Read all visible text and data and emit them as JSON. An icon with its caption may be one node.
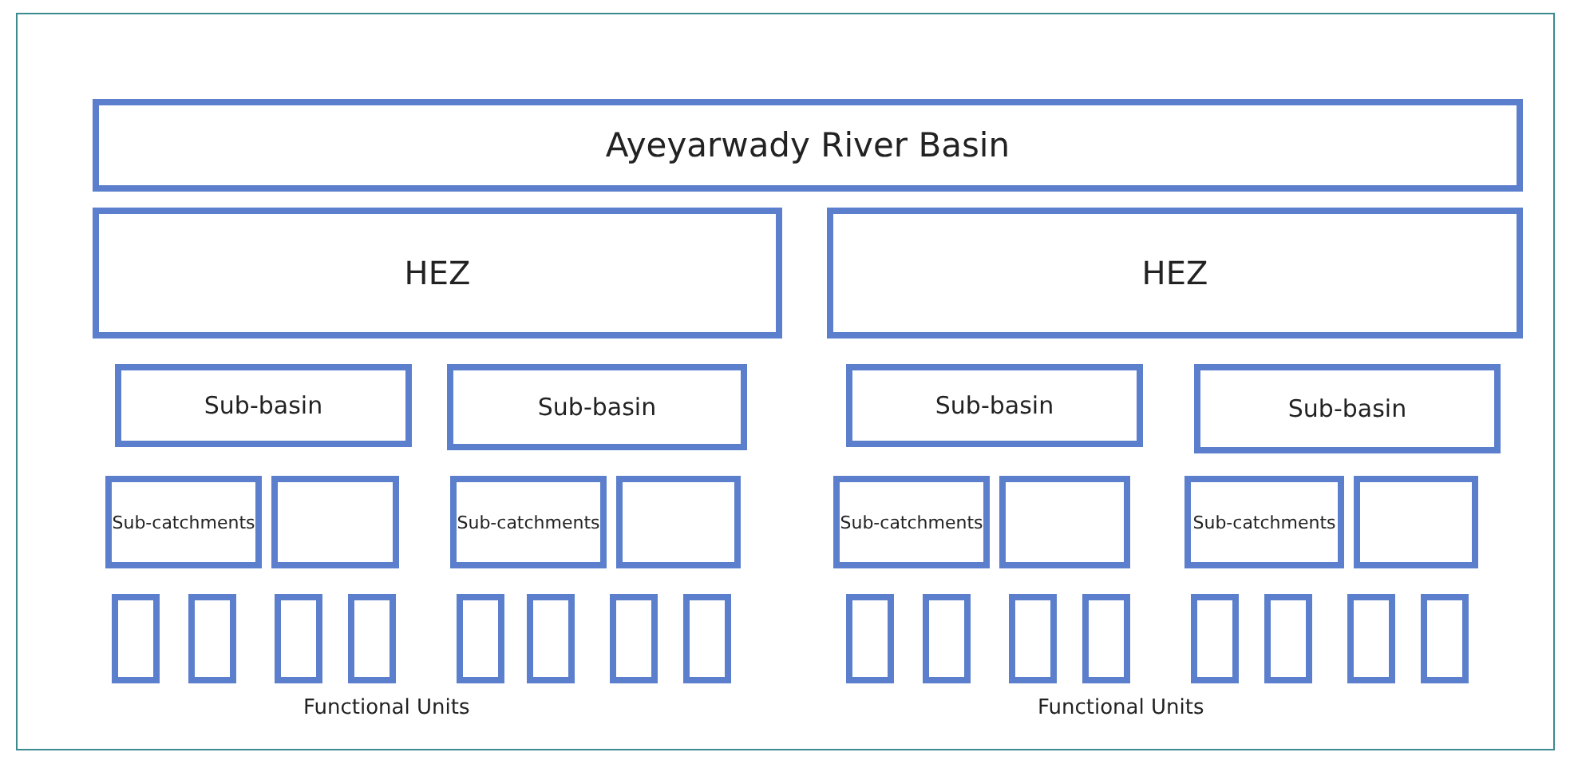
{
  "diagram": {
    "nodes": [
      {
        "text": [
          "Ayeyarwady River Basin"
        ]
      },
      {
        "text": [
          "HEZ"
        ]
      },
      {
        "text": [
          "HEZ"
        ]
      },
      {
        "text": [
          "Sub-basin"
        ]
      },
      {
        "text": [
          "Sub-basin"
        ]
      },
      {
        "text": [
          "Sub-basin"
        ]
      },
      {
        "text": [
          "Sub-basin"
        ]
      },
      {
        "text": [
          "Sub-catchments"
        ]
      },
      {
        "text": [],
        "shape": "box"
      },
      {
        "text": [
          "Sub-catchments"
        ]
      },
      {
        "text": [],
        "shape": "box"
      },
      {
        "text": [
          "Sub-catchments"
        ]
      },
      {
        "text": [],
        "shape": "box"
      },
      {
        "text": [
          "Sub-catchments"
        ]
      },
      {
        "text": [],
        "shape": "box"
      },
      {
        "text": [],
        "shape": "box"
      },
      {
        "text": [],
        "shape": "box"
      },
      {
        "text": [],
        "shape": "box"
      },
      {
        "text": [],
        "shape": "box"
      },
      {
        "text": [],
        "shape": "box"
      },
      {
        "text": [],
        "shape": "box"
      },
      {
        "text": [],
        "shape": "box"
      },
      {
        "text": [],
        "shape": "box"
      },
      {
        "text": [],
        "shape": "box"
      },
      {
        "text": [],
        "shape": "box"
      },
      {
        "text": [],
        "shape": "box"
      },
      {
        "text": [],
        "shape": "box"
      },
      {
        "text": [],
        "shape": "box"
      },
      {
        "text": [],
        "shape": "box"
      },
      {
        "text": [],
        "shape": "box"
      },
      {
        "text": [],
        "shape": "box"
      }
    ],
    "labels": [
      "Functional Units",
      "Functional Units"
    ]
  }
}
